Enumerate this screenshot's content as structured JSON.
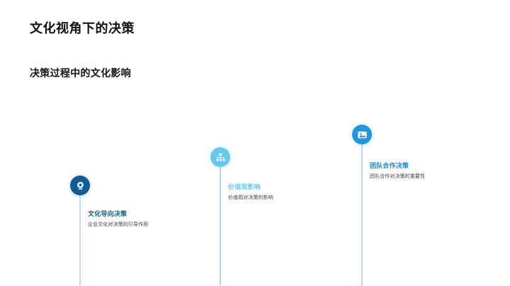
{
  "slide": {
    "title": "文化视角下的决策",
    "subtitle": "决策过程中的文化影响",
    "background_color": "#ffffff"
  },
  "timeline": {
    "orientation": "horizontal-staggered",
    "milestones": [
      {
        "id": "milestone-1",
        "heading": "文化导向决策",
        "description": "企业文化对决策的引导作用",
        "icon": "webcam-icon",
        "marker_color": "#0d5d96",
        "heading_color": "#0f5c91",
        "connector_color": "#b9dcec"
      },
      {
        "id": "milestone-2",
        "heading": "价值观影响",
        "description": "价值观对决策的影响",
        "icon": "sitemap-icon",
        "marker_color": "#67c7ef",
        "heading_color": "#6cc9f0",
        "connector_color": "#a9d9ef"
      },
      {
        "id": "milestone-3",
        "heading": "团队合作决策",
        "description": "团队合作对决策的重要性",
        "icon": "image-icon",
        "marker_color": "#2196de",
        "heading_color": "#1b87cf",
        "connector_color": "#b5dcee"
      }
    ]
  }
}
